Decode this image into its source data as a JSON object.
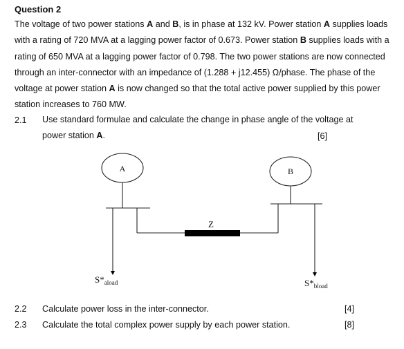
{
  "question": {
    "title": "Question 2",
    "intro": {
      "t1": "The voltage of two power stations ",
      "a": "A",
      "t2": " and ",
      "b": "B",
      "t3": ", is in phase at 132 kV. Power station ",
      "a2": "A",
      "t4": " supplies loads with a rating of 720 MVA at a lagging power factor of 0.673. Power station ",
      "b2": "B",
      "t5": " supplies loads with a rating of 650 MVA at a lagging power factor of 0.798. The two power stations are now connected through an inter-connector with an impedance of (1.288 + j12.455) Ω/phase. The phase of the voltage at power station ",
      "a3": "A",
      "t6": " is now changed so that the total active power supplied by this power station increases to 760 MW."
    },
    "q21": {
      "num": "2.1",
      "line1": "Use standard formulae and calculate the change in phase angle of the voltage at",
      "line2a": "power station ",
      "line2b": "A",
      "line2c": ".",
      "marks": "[6]"
    },
    "q22": {
      "num": "2.2",
      "text": "Calculate power loss in the inter-connector.",
      "marks": "[4]"
    },
    "q23": {
      "num": "2.3",
      "text": "Calculate the total complex power supply by each power station.",
      "marks": "[8]"
    }
  },
  "diagram": {
    "station_a": "A",
    "station_b": "B",
    "impedance": "Z",
    "load_a": {
      "s": "S*",
      "sub": "aload"
    },
    "load_b": {
      "s": "S*",
      "sub": "bload"
    }
  }
}
